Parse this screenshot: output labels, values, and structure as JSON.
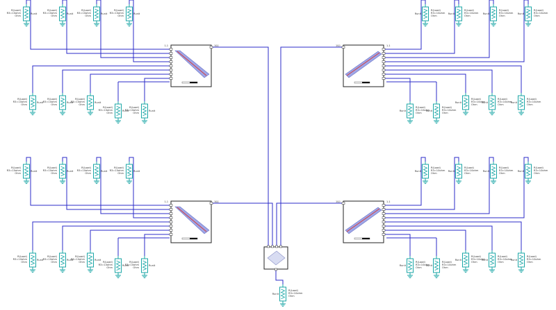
{
  "colors": {
    "wire": "#2b2bc8",
    "resistor": "#1aa6a6",
    "ground": "#1aa6a6",
    "module_outline": "#222222",
    "array_fill": "#9fa6e6",
    "array_stripe": "#d63a3a",
    "label": "#333333"
  },
  "labels": {
    "r_model_value": "R(Load)",
    "r_model_param": "R3=10ohm",
    "r_model_unit": "Ohm",
    "r_tag": "Runit",
    "module_out_label": "1&1",
    "module_in_label": "1-1"
  }
}
